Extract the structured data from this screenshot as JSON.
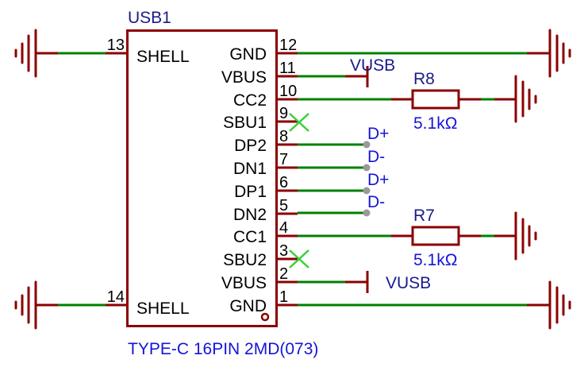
{
  "component": {
    "designator": "USB1",
    "part_value": "TYPE-C 16PIN 2MD(073)",
    "left_pins": [
      {
        "number": "13",
        "name": "SHELL"
      },
      {
        "number": "14",
        "name": "SHELL"
      }
    ],
    "right_pins": [
      {
        "number": "12",
        "name": "GND"
      },
      {
        "number": "11",
        "name": "VBUS"
      },
      {
        "number": "10",
        "name": "CC2"
      },
      {
        "number": "9",
        "name": "SBU1"
      },
      {
        "number": "8",
        "name": "DP2"
      },
      {
        "number": "7",
        "name": "DN1"
      },
      {
        "number": "6",
        "name": "DP1"
      },
      {
        "number": "5",
        "name": "DN2"
      },
      {
        "number": "4",
        "name": "CC1"
      },
      {
        "number": "3",
        "name": "SBU2"
      },
      {
        "number": "2",
        "name": "VBUS"
      },
      {
        "number": "1",
        "name": "GND"
      }
    ]
  },
  "resistors": [
    {
      "designator": "R8",
      "value": "5.1kΩ",
      "connected_pin": "10"
    },
    {
      "designator": "R7",
      "value": "5.1kΩ",
      "connected_pin": "4"
    }
  ],
  "power_flags": [
    {
      "net": "VUSB",
      "connected_pin": "11"
    },
    {
      "net": "VUSB",
      "connected_pin": "2"
    }
  ],
  "net_labels": [
    {
      "net": "D+",
      "connected_pin": "8"
    },
    {
      "net": "D-",
      "connected_pin": "7"
    },
    {
      "net": "D+",
      "connected_pin": "6"
    },
    {
      "net": "D-",
      "connected_pin": "5"
    }
  ],
  "no_connect_pins": [
    "9",
    "3"
  ],
  "colors": {
    "symbol": "#8b0000",
    "wire": "#008000",
    "no_connect": "#3ccf3c",
    "net_label": "#1515d6",
    "designator": "#1a1a8c",
    "junction": "#999999"
  }
}
